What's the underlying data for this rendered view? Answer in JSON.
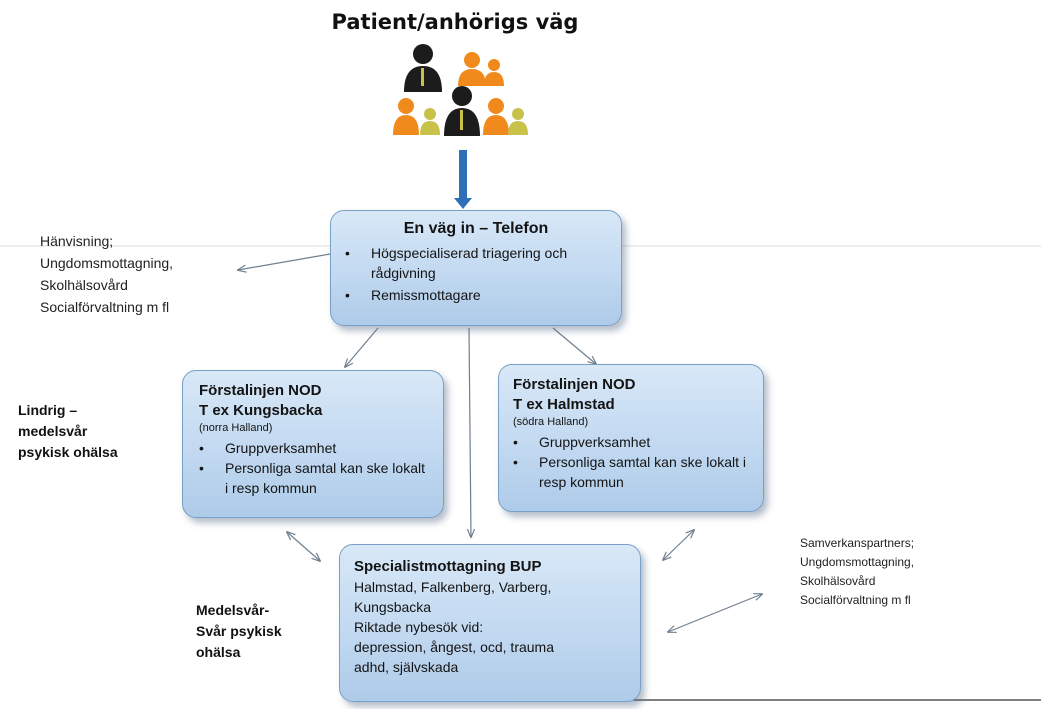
{
  "title": "Patient/anhörigs väg",
  "box_top": {
    "heading": "En väg in – Telefon",
    "bullets": [
      "Högspecialiserad triagering och rådgivning",
      "Remissmottagare"
    ]
  },
  "left_note": [
    "Hänvisning;",
    "Ungdomsmottagning,",
    "Skolhälsovård",
    "Socialförvaltning m fl"
  ],
  "box_left": {
    "heading1": "Förstalinjen NOD",
    "heading2": "T ex Kungsbacka",
    "region": "(norra Halland)",
    "bullets": [
      "Gruppverksamhet",
      "Personliga samtal kan ske lokalt i resp kommun"
    ]
  },
  "box_right": {
    "heading1": "Förstalinjen NOD",
    "heading2": "T ex Halmstad",
    "region": "(södra Halland)",
    "bullets": [
      "Gruppverksamhet",
      "Personliga samtal kan ske lokalt i resp kommun"
    ]
  },
  "label_mild": [
    "Lindrig –",
    "medelsvår",
    "psykisk ohälsa"
  ],
  "label_severe": [
    "Medelsvår-",
    "Svår psykisk",
    "ohälsa"
  ],
  "box_bottom": {
    "heading": "Specialistmottagning BUP",
    "lines": [
      "Halmstad, Falkenberg, Varberg,",
      "Kungsbacka",
      "Riktade nybesök vid:",
      "depression, ångest, ocd, trauma",
      "adhd, självskada"
    ]
  },
  "right_note": [
    "Samverkanspartners;",
    "Ungdomsmottagning,",
    "Skolhälsovård",
    "Socialförvaltning m fl"
  ],
  "colors": {
    "box_fill": "#c2d9f1",
    "box_border": "#7a9fc4",
    "main_arrow": "#2f6fb7",
    "people_dark": "#1c1c1c",
    "people_orange": "#f08a1c",
    "people_yellow": "#c9c24a"
  }
}
